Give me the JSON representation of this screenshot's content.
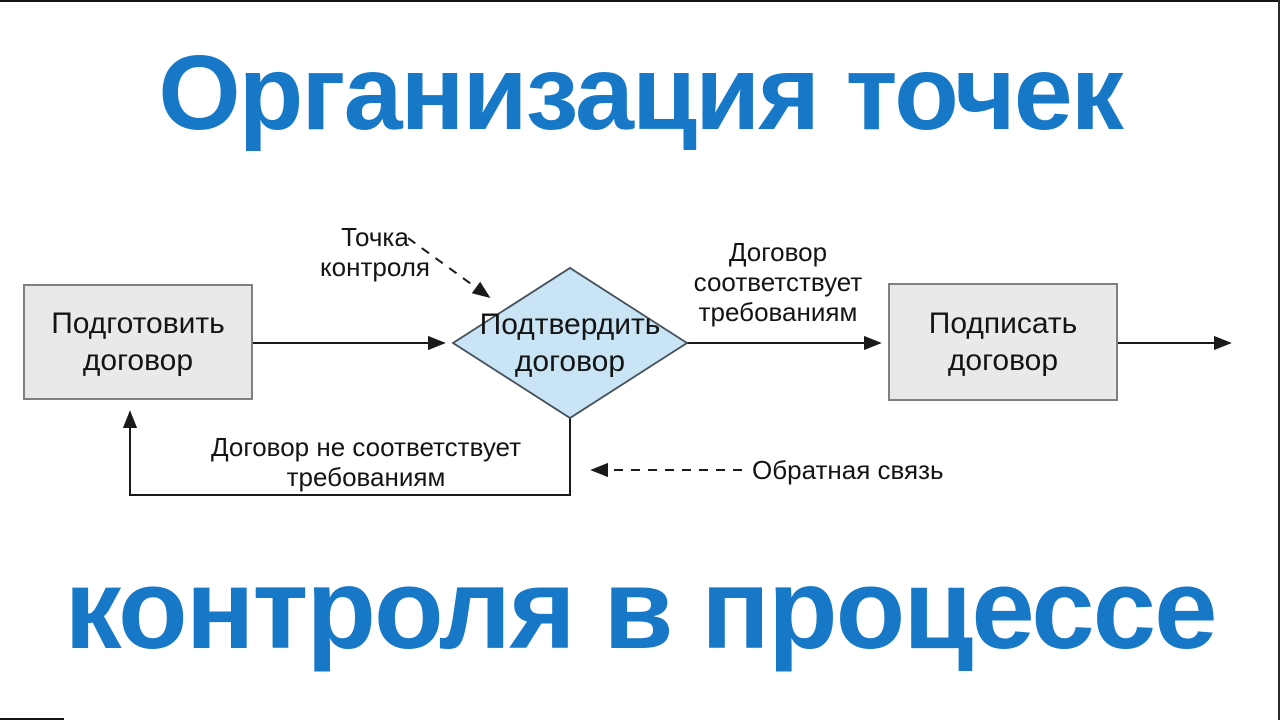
{
  "title": {
    "top": "Организация точек",
    "bottom": "контроля в процессе"
  },
  "flowchart": {
    "nodes": {
      "prepare": {
        "label": "Подготовить договор",
        "shape": "process"
      },
      "confirm": {
        "label": "Подтвердить договор",
        "shape": "decision"
      },
      "sign": {
        "label": "Подписать договор",
        "shape": "process"
      }
    },
    "edge_labels": {
      "control_point": "Точка контроля",
      "meets_requirements": "Договор соответствует требованиям",
      "not_meets_requirements": "Договор не соответствует требованиям",
      "feedback": "Обратная связь"
    }
  },
  "colors": {
    "title_blue": "#1778c8",
    "decision_fill": "#c9e4f5",
    "decision_border": "#44505a",
    "process_fill": "#e9e9e9",
    "process_border": "#808080",
    "line": "#1a1a1a"
  }
}
